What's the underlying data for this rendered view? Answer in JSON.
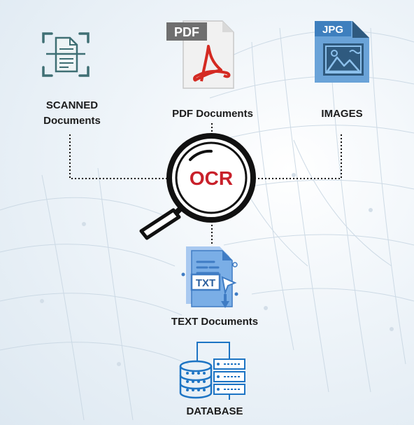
{
  "nodes": {
    "scanned": {
      "label_line1": "SCANNED",
      "label_line2": "Documents"
    },
    "pdf": {
      "label": "PDF Documents",
      "badge": "PDF"
    },
    "images": {
      "label": "IMAGES",
      "badge": "JPG"
    },
    "ocr": {
      "label": "OCR"
    },
    "text": {
      "label": "TEXT Documents",
      "badge": "TXT"
    },
    "database": {
      "label": "DATABASE"
    }
  },
  "colors": {
    "ocr_red": "#c8202a",
    "pdf_red": "#d42a22",
    "jpg_blue": "#3e7fbe",
    "jpg_dark": "#2f5a7f",
    "txt_blue": "#7aaee6",
    "db_blue": "#1d74c4",
    "scanner_teal": "#3f6f74",
    "connector": "#111111"
  },
  "icons": [
    "scanner-document-icon",
    "pdf-file-icon",
    "jpg-file-icon",
    "magnifier-icon",
    "txt-file-icon",
    "database-icon",
    "server-icon"
  ]
}
